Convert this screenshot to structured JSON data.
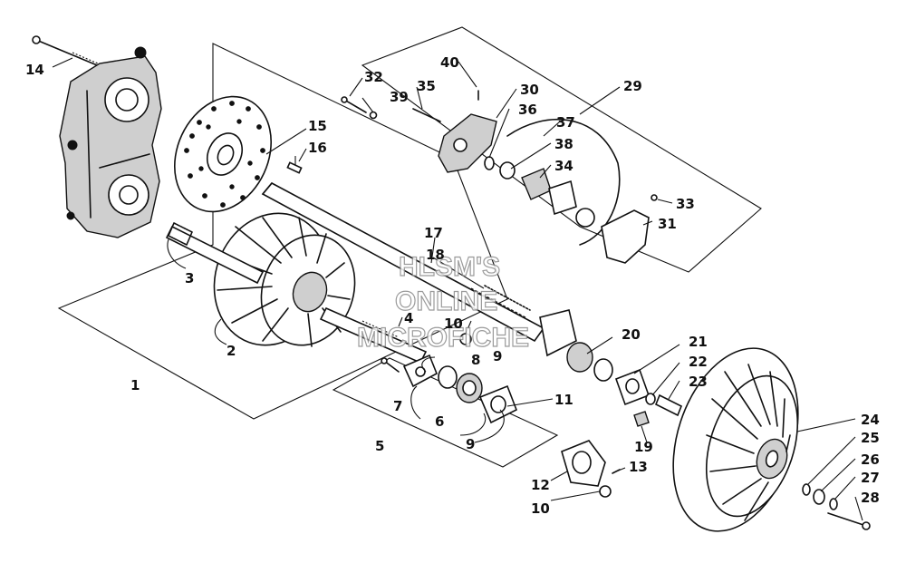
{
  "watermark": {
    "line1": "HLSM'S",
    "line2": "ONLINE",
    "line3": "MICROFICHE"
  },
  "callouts": {
    "c1": "1",
    "c2": "2",
    "c3": "3",
    "c4": "4",
    "c5": "5",
    "c6": "6",
    "c7": "7",
    "c8": "8",
    "c9a": "9",
    "c9b": "9",
    "c10a": "10",
    "c10b": "10",
    "c11": "11",
    "c12": "12",
    "c13": "13",
    "c14": "14",
    "c15": "15",
    "c16": "16",
    "c17": "17",
    "c18": "18",
    "c19": "19",
    "c20": "20",
    "c21": "21",
    "c22": "22",
    "c23": "23",
    "c24": "24",
    "c25": "25",
    "c26": "26",
    "c27": "27",
    "c28": "28",
    "c29": "29",
    "c30": "30",
    "c31": "31",
    "c32": "32",
    "c33": "33",
    "c34": "34",
    "c35": "35",
    "c36": "36",
    "c37": "37",
    "c38": "38",
    "c39": "39",
    "c40": "40"
  }
}
